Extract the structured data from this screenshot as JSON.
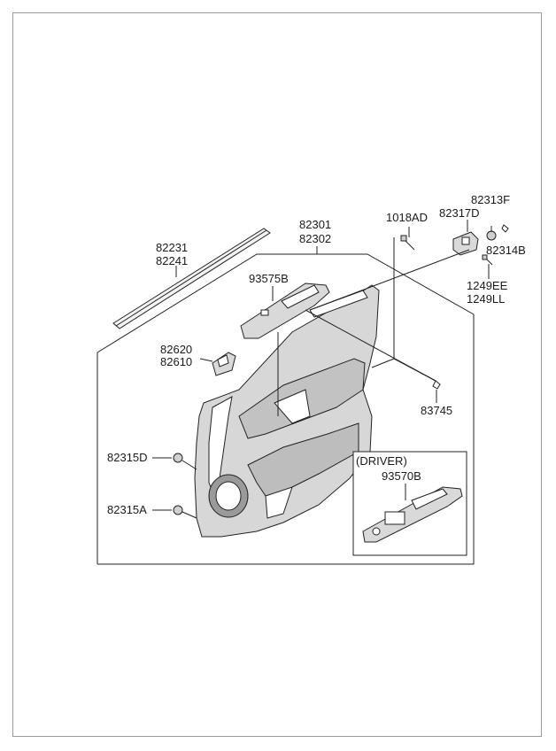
{
  "parts": {
    "door_trim_panel": [
      "82301",
      "82302"
    ],
    "weatherstrip": [
      "82231",
      "82241"
    ],
    "bolt": "1018AD",
    "pull_handle_bracket": "82317D",
    "cap_f": "82313F",
    "cap_b": "82314B",
    "screws": [
      "1249EE",
      "1249LL"
    ],
    "switch_assembly": "93575B",
    "inside_handle": [
      "82620",
      "82610"
    ],
    "fastener_clip": "83745",
    "clip_d": "82315D",
    "clip_a": "82315A"
  },
  "driver_inset": {
    "title": "(DRIVER)",
    "part": "93570B"
  }
}
